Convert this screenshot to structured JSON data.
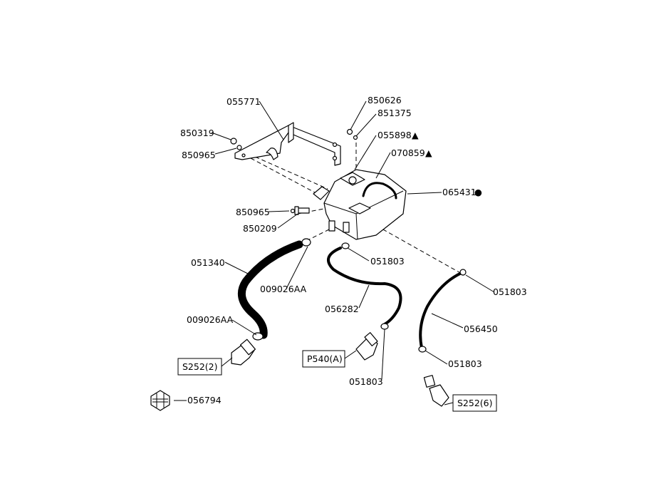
{
  "parts": {
    "p055771": "055771",
    "p850626": "850626",
    "p851375": "851375",
    "p850319": "850319",
    "p850965a": "850965",
    "p055898": "055898",
    "p070859": "070859",
    "p065431": "065431",
    "p850965b": "850965",
    "p850209": "850209",
    "p051340": "051340",
    "p051803a": "051803",
    "p009026a": "009026AA",
    "p051803b": "051803",
    "p056282": "056282",
    "p009026b": "009026AA",
    "p056450": "056450",
    "p051803c": "051803",
    "p051803d": "051803",
    "p056794": "056794"
  },
  "refs": {
    "s252_2": "S252(2)",
    "p540a": "P540(A)",
    "s252_6": "S252(6)"
  },
  "markers": {
    "triangle": "▲",
    "dot": "●"
  }
}
